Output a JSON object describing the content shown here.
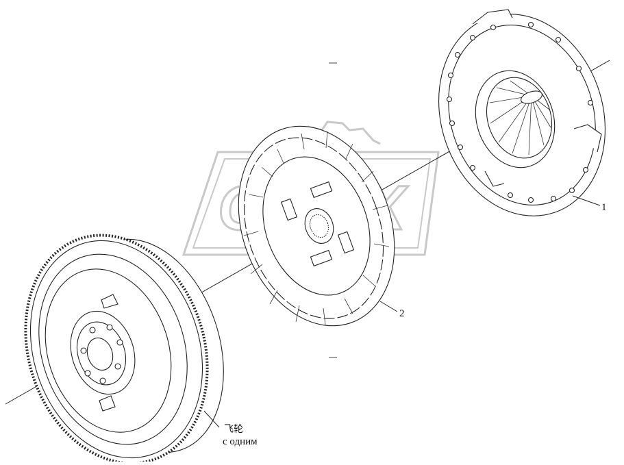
{
  "callouts": {
    "pressure_plate": "1",
    "clutch_disc": "2",
    "flywheel_cn": "飞轮",
    "flywheel_ru": "с одним"
  },
  "watermark": {
    "text": "CAEX",
    "color": "#c8c8c8"
  },
  "colors": {
    "line": "#222222",
    "paper": "#ffffff"
  }
}
